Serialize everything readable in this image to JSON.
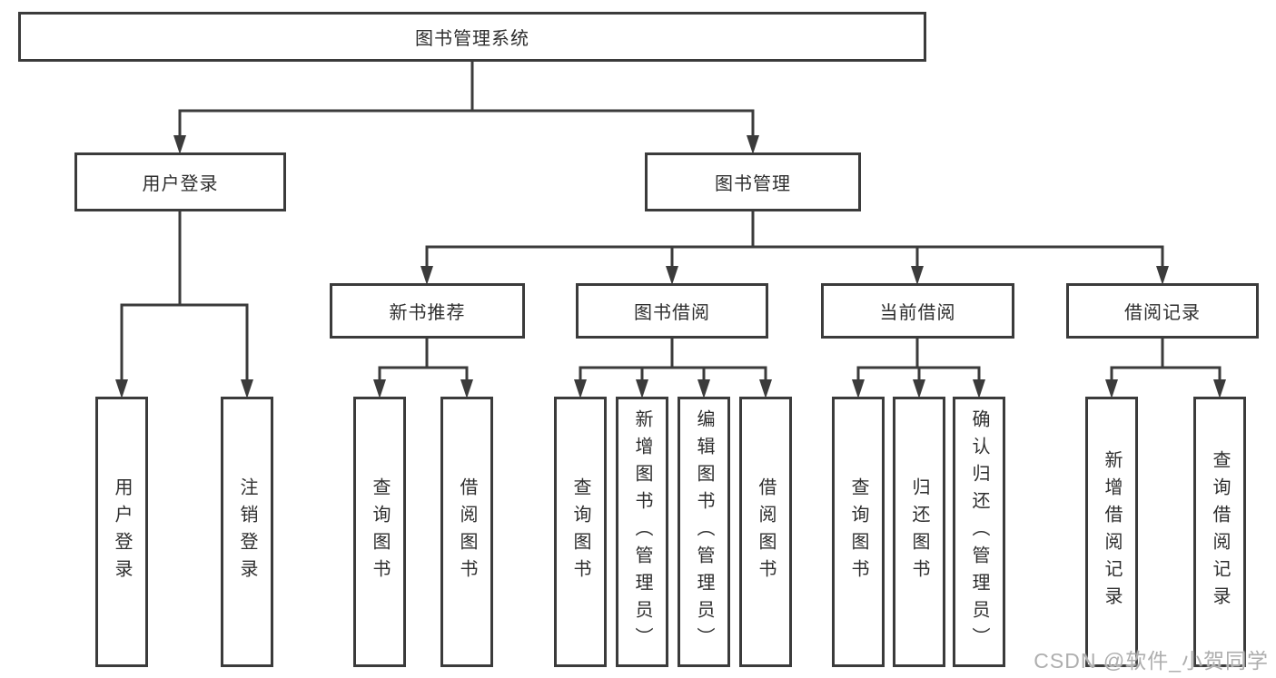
{
  "tree": {
    "root": {
      "label": "图书管理系统",
      "children": [
        {
          "label": "用户登录",
          "children": [
            {
              "label": "用户登录"
            },
            {
              "label": "注销登录"
            }
          ]
        },
        {
          "label": "图书管理",
          "children": [
            {
              "label": "新书推荐",
              "children": [
                {
                  "label": "查询图书"
                },
                {
                  "label": "借阅图书"
                }
              ]
            },
            {
              "label": "图书借阅",
              "children": [
                {
                  "label": "查询图书"
                },
                {
                  "label": "新增图书（管理员）"
                },
                {
                  "label": "编辑图书（管理员）"
                },
                {
                  "label": "借阅图书"
                }
              ]
            },
            {
              "label": "当前借阅",
              "children": [
                {
                  "label": "查询图书"
                },
                {
                  "label": "归还图书"
                },
                {
                  "label": "确认归还（管理员）"
                }
              ]
            },
            {
              "label": "借阅记录",
              "children": [
                {
                  "label": "新增借阅记录"
                },
                {
                  "label": "查询借阅记录"
                }
              ]
            }
          ]
        }
      ]
    }
  },
  "watermark": {
    "text": "CSDN @软件_小贺同学"
  },
  "colors": {
    "line": "#3b3b3b",
    "border": "#3b3b3b",
    "text": "#2e2e2e",
    "watermark": "#aeaeae",
    "background": "#ffffff"
  }
}
